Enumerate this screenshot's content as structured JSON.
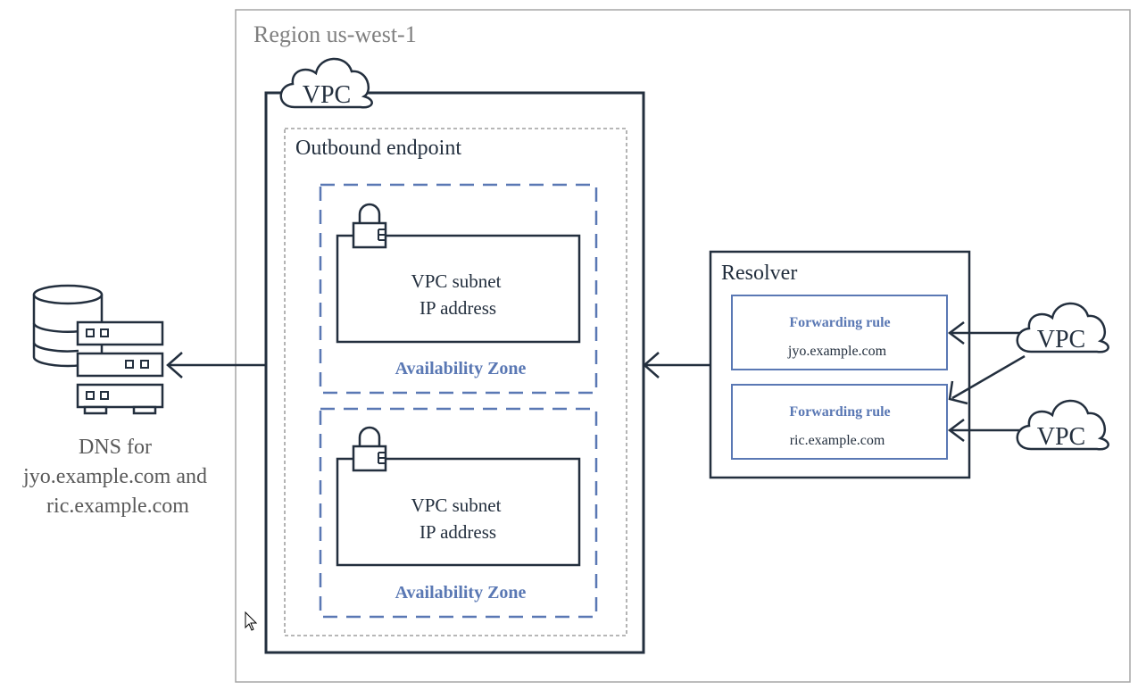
{
  "region": {
    "label": "Region us-west-1"
  },
  "vpc": {
    "label": "VPC"
  },
  "outbound_endpoint": {
    "label": "Outbound endpoint"
  },
  "availability_zones": [
    {
      "label": "Availability Zone",
      "subnet_line1": "VPC subnet",
      "subnet_line2": "IP address"
    },
    {
      "label": "Availability Zone",
      "subnet_line1": "VPC subnet",
      "subnet_line2": "IP address"
    }
  ],
  "dns_server": {
    "line1": "DNS for",
    "line2": "jyo.example.com and",
    "line3": "ric.example.com"
  },
  "resolver": {
    "label": "Resolver",
    "rules": [
      {
        "title": "Forwarding rule",
        "domain": "jyo.example.com"
      },
      {
        "title": "Forwarding rule",
        "domain": "ric.example.com"
      }
    ]
  },
  "source_vpcs": [
    {
      "label": "VPC"
    },
    {
      "label": "VPC"
    }
  ],
  "colors": {
    "dark": "#232f3e",
    "accent_blue": "#5a78b4",
    "region_border": "#a6a6a6",
    "region_text": "#7f7f7f"
  }
}
